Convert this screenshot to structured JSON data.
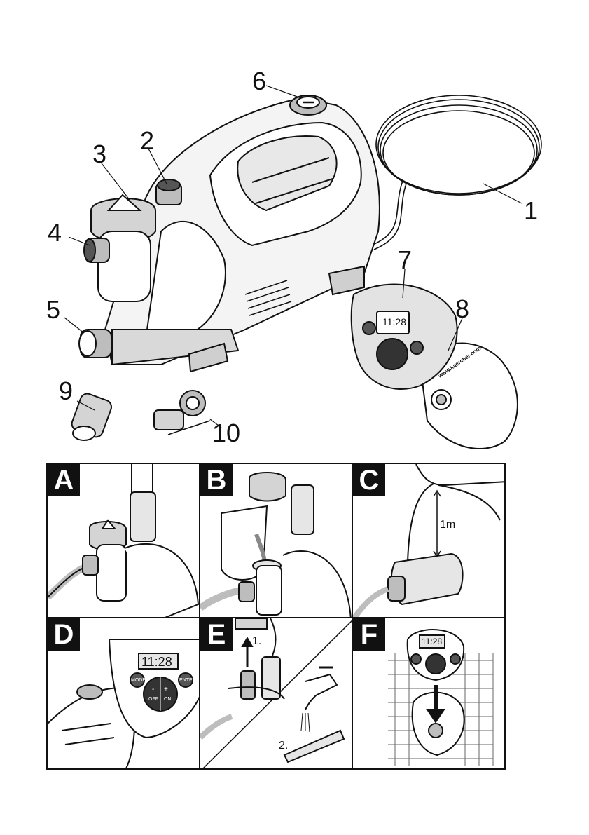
{
  "callouts": {
    "c1": "1",
    "c2": "2",
    "c3": "3",
    "c4": "4",
    "c5": "5",
    "c6": "6",
    "c7": "7",
    "c8": "8",
    "c9": "9",
    "c10": "10"
  },
  "remote": {
    "display_time": "11:28",
    "brand_url": "www.kaercher.com"
  },
  "panels": {
    "A": {
      "letter": "A"
    },
    "B": {
      "letter": "B"
    },
    "C": {
      "letter": "C",
      "height_label": "1m"
    },
    "D": {
      "letter": "D",
      "display_time": "11:28",
      "mode_label": "MODE",
      "enter_label": "ENTER",
      "off_label": "OFF",
      "on_label": "ON",
      "minus_label": "-",
      "plus_label": "+"
    },
    "E": {
      "letter": "E",
      "step1": "1.",
      "step2": "2."
    },
    "F": {
      "letter": "F",
      "display_time": "11:28"
    }
  },
  "colors": {
    "line": "#111111",
    "grey_light": "#e6e6e6",
    "grey_mid": "#bdbdbd",
    "grey_dark": "#6e6e6e",
    "panel_label_bg": "#111111"
  }
}
